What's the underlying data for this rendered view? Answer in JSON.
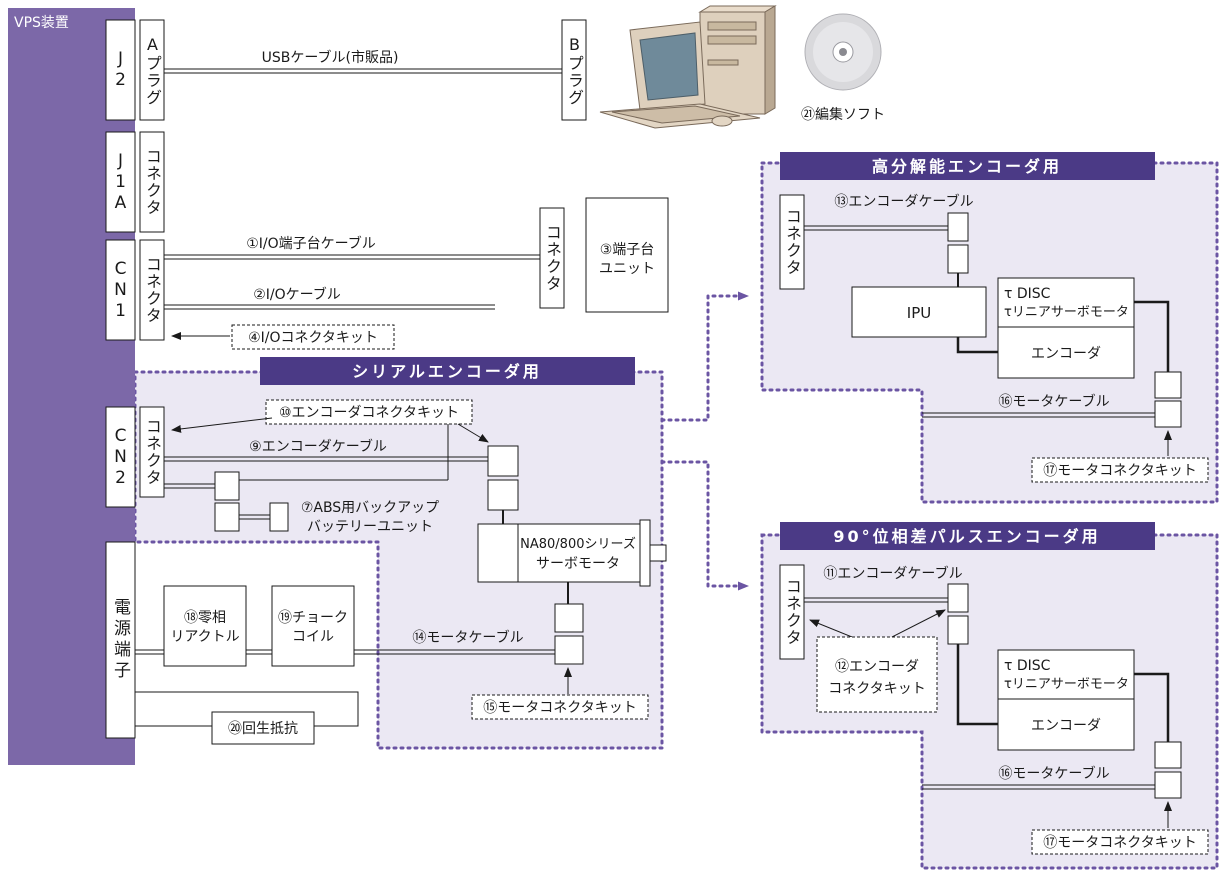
{
  "colors": {
    "purple": "#7c68a8",
    "dark_purple": "#4b3a86",
    "region_fill": "#ebe8f3",
    "dotted": "#6b55a3",
    "line": "#1a1a1a"
  },
  "device": {
    "title": "VPS装置",
    "ports": {
      "j2": "J2",
      "j1a": "J1A",
      "cn1": "CN1",
      "cn2": "CN2",
      "power": "電源端子"
    }
  },
  "connectors": {
    "a_plug": "Aプラグ",
    "b_plug": "Bプラグ",
    "j1a_conn": "コネクタ",
    "cn1_conn": "コネクタ",
    "cn2_conn": "コネクタ",
    "terminal_conn": "コネクタ",
    "hires_conn": "コネクタ",
    "pulse_conn": "コネクタ"
  },
  "labels": {
    "usb": "USBケーブル(市販品)",
    "software": "㉑編集ソフト",
    "io_terminal_cable": "①I/O端子台ケーブル",
    "io_cable": "②I/Oケーブル",
    "terminal_unit_1": "③端子台",
    "terminal_unit_2": "ユニット",
    "io_connector_kit": "④I/Oコネクタキット",
    "serial_header": "シリアルエンコーダ用",
    "enc_connector_kit": "⑩エンコーダコネクタキット",
    "enc_cable_9": "⑨エンコーダケーブル",
    "battery_1": "⑦ABS用バックアップ",
    "battery_2": "バッテリーユニット",
    "servo_1": "NA80/800シリーズ",
    "servo_2": "サーボモータ",
    "motor_cable_14": "⑭モータケーブル",
    "motor_connector_kit_15": "⑮モータコネクタキット",
    "reactor_1": "⑱零相",
    "reactor_2": "リアクトル",
    "choke_1": "⑲チョーク",
    "choke_2": "コイル",
    "regen": "⑳回生抵抗",
    "hires_header": "高分解能エンコーダ用",
    "enc_cable_13": "⑬エンコーダケーブル",
    "ipu": "IPU",
    "disc_1": "τ DISC",
    "disc_2": "τリニアサーボモータ",
    "encoder": "エンコーダ",
    "motor_cable_16": "⑯モータケーブル",
    "motor_connector_kit_17": "⑰モータコネクタキット",
    "pulse_header": "90°位相差パルスエンコーダ用",
    "enc_cable_11": "⑪エンコーダケーブル",
    "enc_connector_kit_12_1": "⑫エンコーダ",
    "enc_connector_kit_12_2": "コネクタキット",
    "disc_1b": "τ DISC",
    "disc_2b": "τリニアサーボモータ",
    "encoder_b": "エンコーダ",
    "motor_cable_16b": "⑯モータケーブル",
    "motor_connector_kit_17b": "⑰モータコネクタキット"
  }
}
